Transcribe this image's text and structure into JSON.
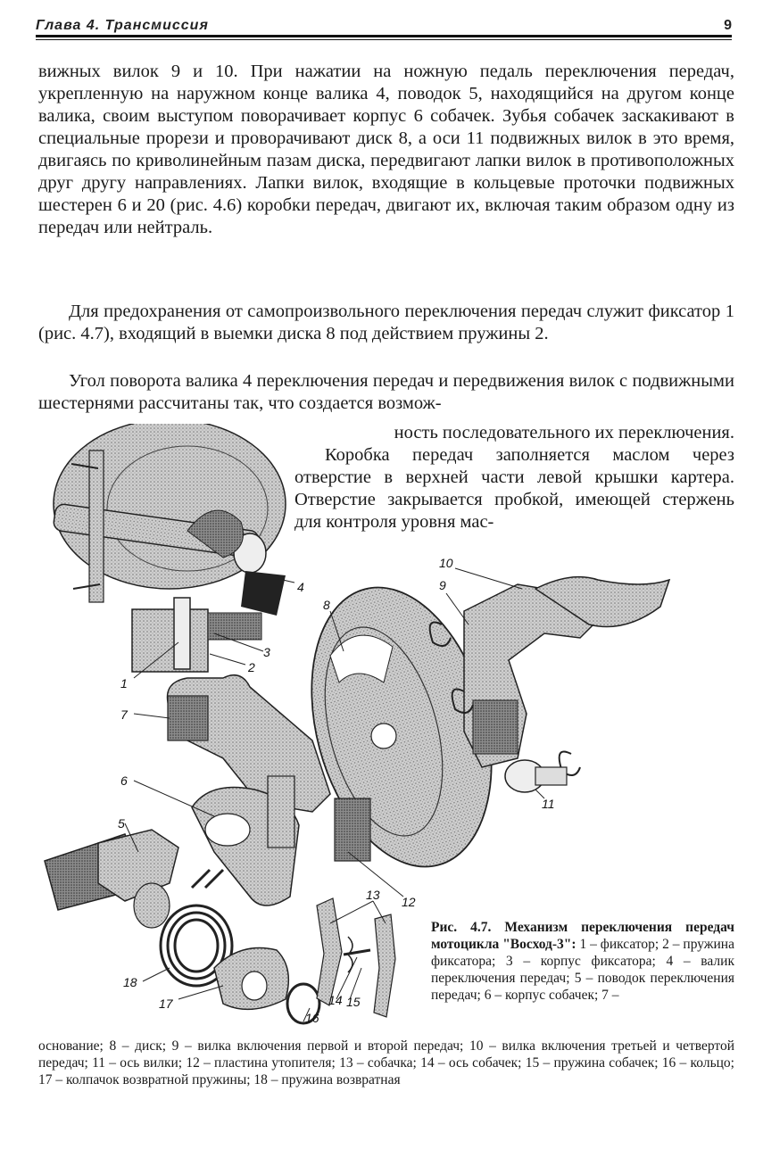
{
  "header": {
    "title": "Глава 4. Трансмиссия",
    "page_number": "9"
  },
  "paragraphs": {
    "p1": "вижных вилок 9 и 10. При нажатии на ножную педаль переключения передач, укрепленную на наружном конце валика 4, поводок 5, находящийся на другом конце валика, своим выступом поворачивает корпус 6 собачек. Зубья собачек заскакивают в специальные прорези и проворачивают диск 8, а оси 11 подвижных вилок в это время, двигаясь по криволинейным пазам диска, передвигают лапки вилок в противоположных друг другу направлениях. Лапки вилок, входящие в кольцевые проточки подвижных шестерен 6 и 20 (рис. 4.6) коробки передач, двигают их, включая таким образом одну из передач или нейтраль.",
    "p2": "Для предохранения от самопроизвольного переключения передач служит фиксатор 1 (рис. 4.7), входящий в выемки диска 8 под действием пружины 2.",
    "p3": "Угол поворота валика 4 переключения передач и передвижения вилок с подвижными шестернями рассчитаны так, что создается возмож-",
    "p3_end": "ность последовательного их переключения.",
    "p4": "Коробка передач заполняется маслом через отверстие в верхней части левой крышки картера. Отверстие закрывается пробкой, имеющей стержень для контроля уровня мас-"
  },
  "figure": {
    "callouts": [
      "1",
      "2",
      "3",
      "4",
      "5",
      "6",
      "7",
      "8",
      "9",
      "10",
      "11",
      "12",
      "13",
      "14",
      "15",
      "16",
      "17",
      "18"
    ]
  },
  "caption": {
    "title": "Рис. 4.7. Механизм переключения передач мотоцикла \"Восход-3\":",
    "text": " 1 – фиксатор; 2 – пружина фиксатора; 3 – корпус фиксатора; 4 – валик переключения передач; 5 – поводок переключения передач; 6 – корпус собачек; 7 –",
    "continued": "основание; 8 – диск; 9 – вилка включения первой и второй передач; 10 – вилка включения третьей и четвертой передач; 11 – ось вилки; 12 – пластина утопителя; 13 – собачка; 14 – ось собачек; 15 – пружина собачек; 16 – кольцо; 17 – колпачок возвратной пружины; 18 – пружина возвратная"
  }
}
